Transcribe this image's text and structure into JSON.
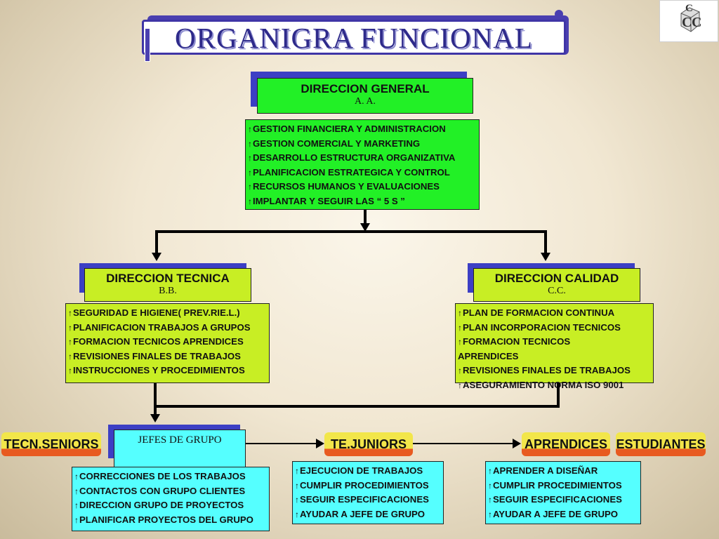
{
  "title": "ORGANIGRA FUNCIONAL",
  "logo": [
    "C",
    "C",
    "C"
  ],
  "direccion_general": {
    "title": "DIRECCION GENERAL",
    "subtitle": "A. A.",
    "items": [
      "GESTION  FINANCIERA Y ADMINISTRACION",
      "GESTION  COMERCIAL Y MARKETING",
      "DESARROLLO ESTRUCTURA  ORGANIZATIVA",
      "PLANIFICACION  ESTRATEGICA  Y CONTROL",
      "RECURSOS HUMANOS Y EVALUACIONES",
      "IMPLANTAR Y SEGUIR LAS  “ 5 S ”"
    ]
  },
  "direccion_tecnica": {
    "title": "DIRECCION TECNICA",
    "subtitle": "B.B.",
    "items": [
      "SEGURIDAD E HIGIENE( PREV.RIE.L.)",
      "PLANIFICACION  TRABAJOS A GRUPOS",
      "FORMACION TECNICOS APRENDICES",
      "REVISIONES FINALES DE TRABAJOS",
      "INSTRUCCIONES  Y PROCEDIMIENTOS"
    ]
  },
  "direccion_calidad": {
    "title": "DIRECCION CALIDAD",
    "subtitle": "C.C.",
    "items": [
      "PLAN  DE  FORMACION  CONTINUA",
      "PLAN  INCORPORACION  TECNICOS",
      "FORMACION TECNICOS",
      "APRENDICES",
      "REVISIONES FINALES DE TRABAJOS",
      "ASEGURAMIENTO NORMA  ISO 9001"
    ]
  },
  "jefes_de_grupo": {
    "title": "JEFES DE GRUPO",
    "items": [
      "CORRECCIONES DE LOS TRABAJOS",
      "CONTACTOS CON GRUPO CLIENTES",
      "DIRECCION  GRUPO DE PROYECTOS",
      "PLANIFICAR PROYECTOS DEL GRUPO"
    ]
  },
  "te_juniors": {
    "title": "TE.JUNIORS",
    "items": [
      "EJECUCION DE TRABAJOS",
      "CUMPLIR PROCEDIMIENTOS",
      "SEGUIR ESPECIFICACIONES",
      "AYUDAR A JEFE DE GRUPO"
    ]
  },
  "aprendices": {
    "title": "APRENDICES",
    "items": [
      "APRENDER A DISEÑAR",
      "CUMPLIR PROCEDIMIENTOS",
      "SEGUIR ESPECIFICACIONES",
      "AYUDAR A JEFE DE GRUPO"
    ]
  },
  "tecn_seniors": {
    "title": "TECN.SENIORS"
  },
  "estudiantes": {
    "title": "ESTUDIANTES"
  },
  "bullet_icon": "up-arrow-icon",
  "colors": {
    "title_blue": "#3f35a6",
    "header_shadow": "#3c3fc4",
    "green": "#22f026",
    "lime": "#c8ee24",
    "cyan": "#55ffff",
    "pill_yellow": "#f2e64a",
    "pill_orange": "#e85a20"
  }
}
